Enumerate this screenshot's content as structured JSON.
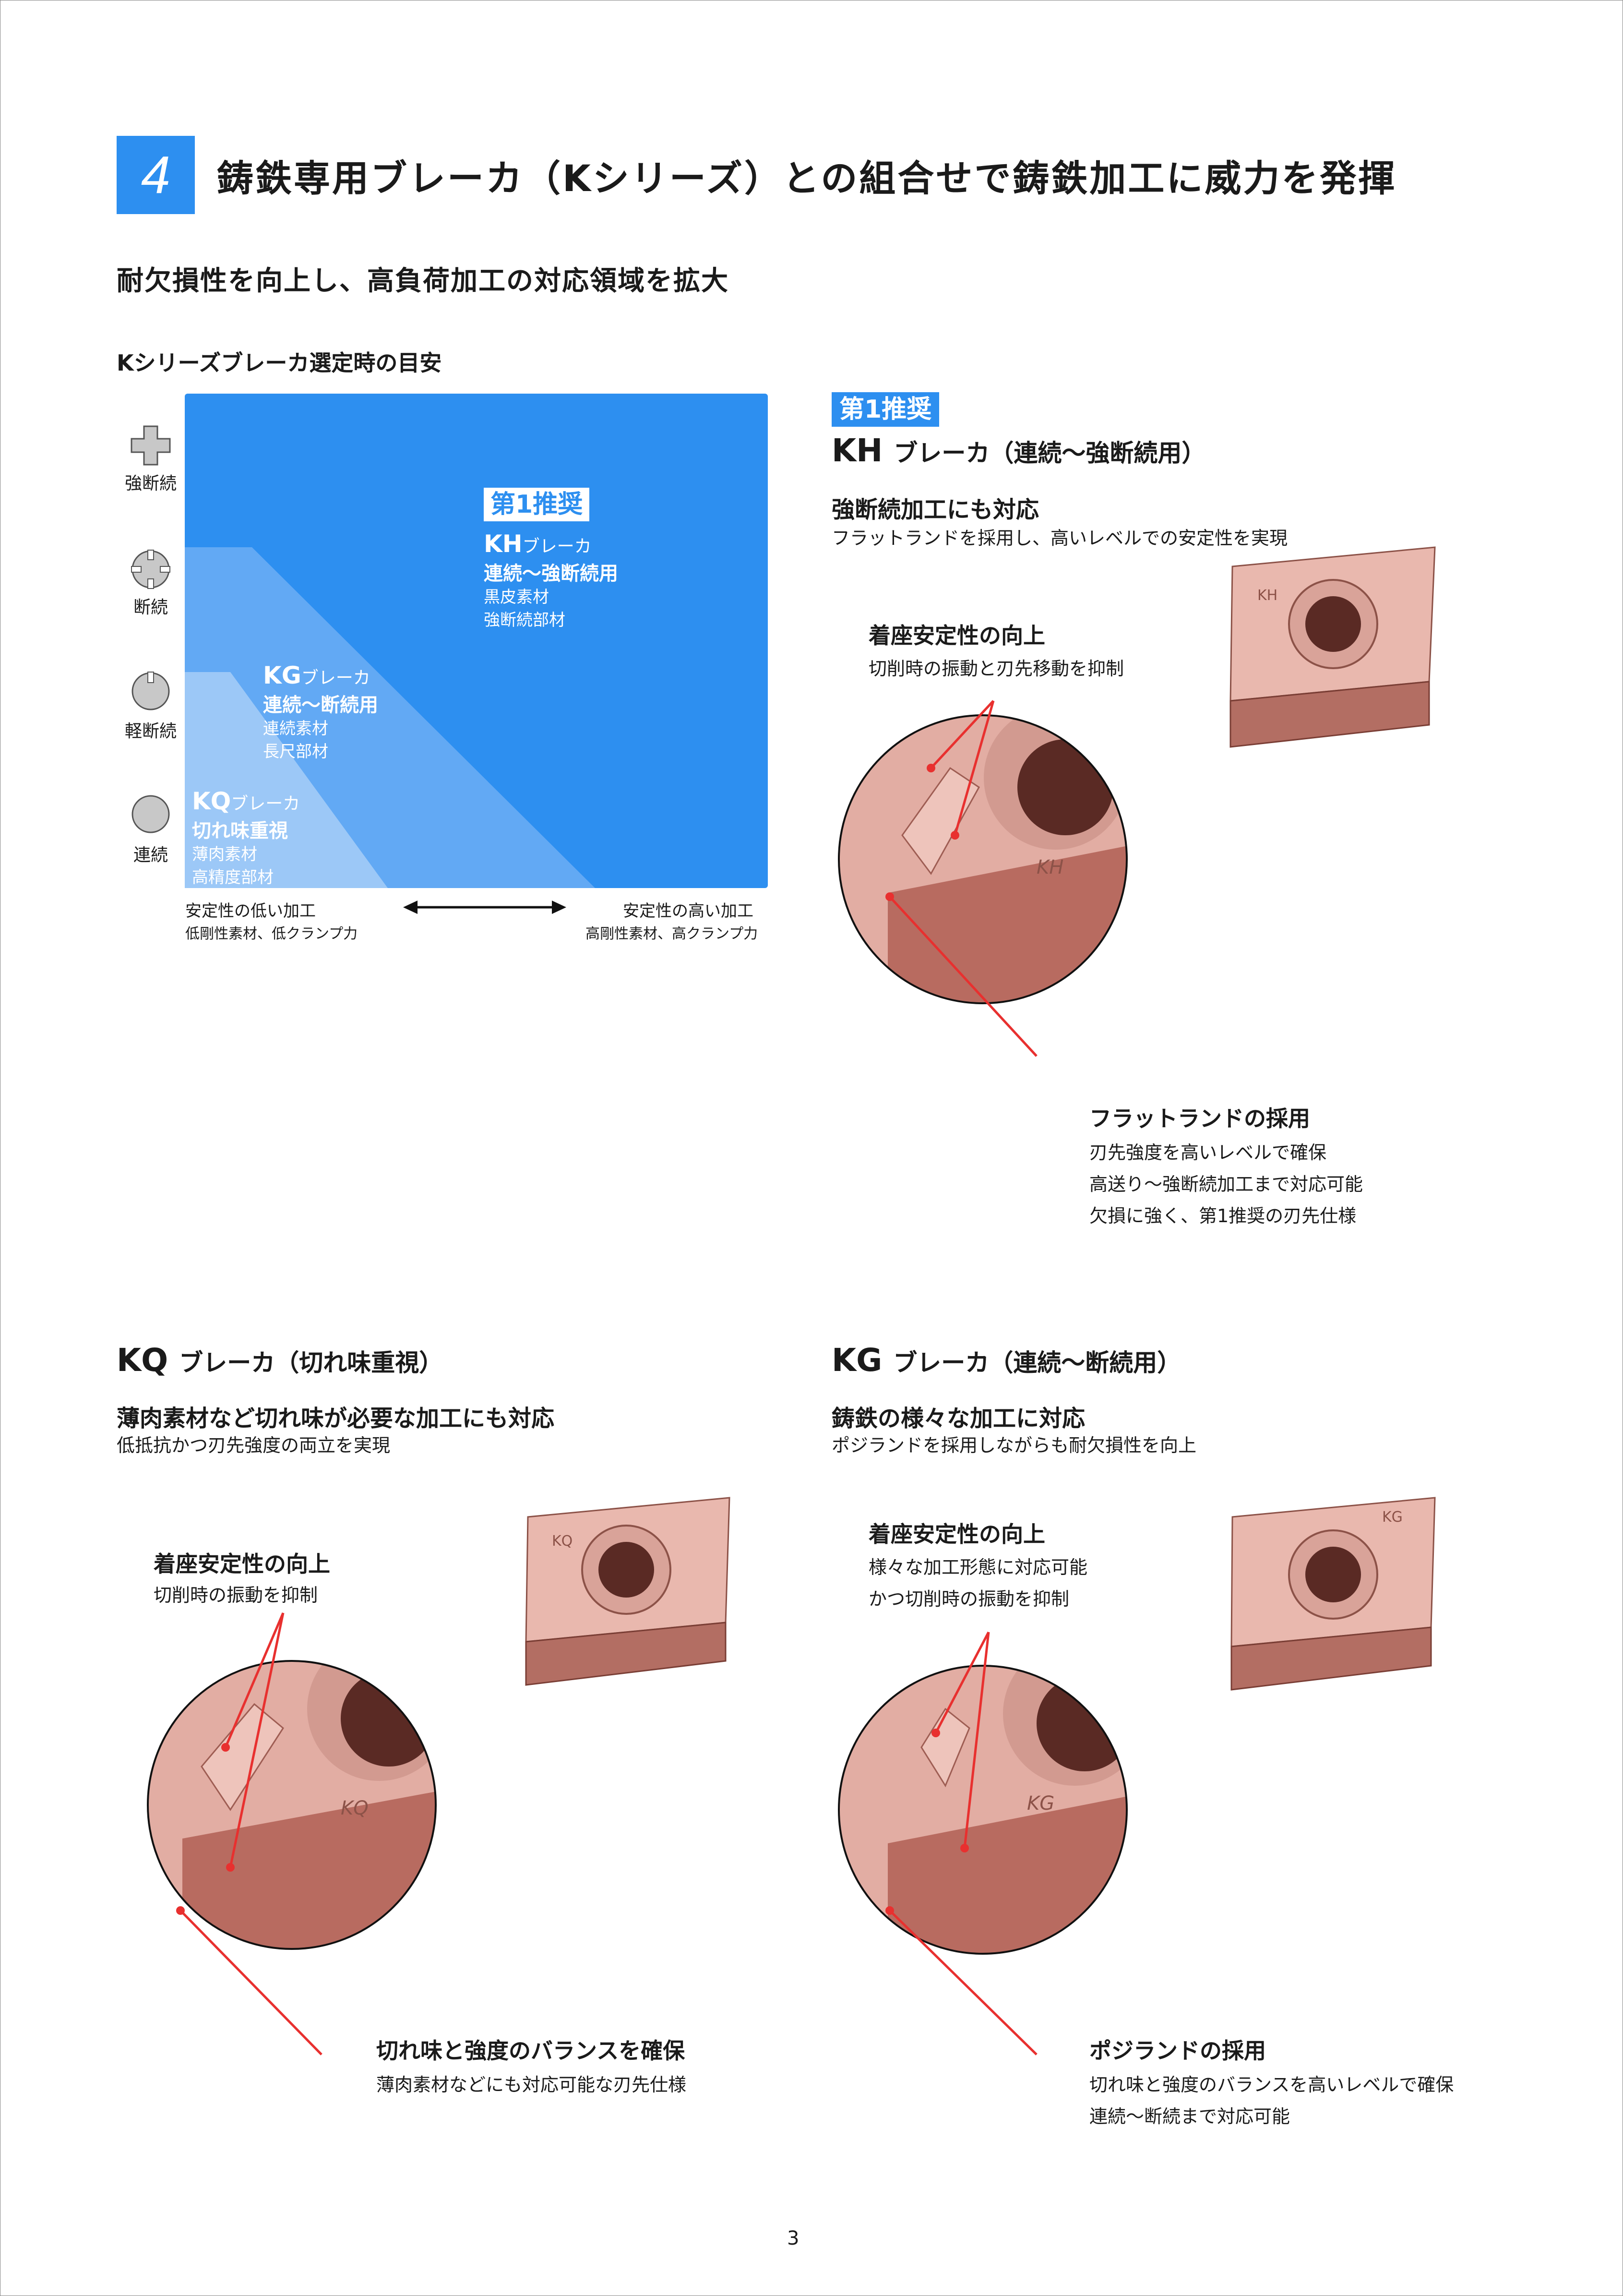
{
  "section": {
    "number": "4",
    "title": "鋳鉄専用ブレーカ（Kシリーズ）との組合せで鋳鉄加工に威力を発揮"
  },
  "subtitle": "耐欠損性を向上し、高負荷加工の対応領域を拡大",
  "chart": {
    "title": "Kシリーズブレーカ選定時の目安",
    "levels": [
      "強断続",
      "断続",
      "軽断続",
      "連続"
    ],
    "regions": {
      "kh": {
        "badge": "第1推奨",
        "code": "KH",
        "type": "ブレーカ",
        "use": "連続～強断続用",
        "materials": [
          "黒皮素材",
          "強断続部材"
        ]
      },
      "kg": {
        "code": "KG",
        "type": "ブレーカ",
        "use": "連続～断続用",
        "materials": [
          "連続素材",
          "長尺部材"
        ]
      },
      "kq": {
        "code": "KQ",
        "type": "ブレーカ",
        "use": "切れ味重視",
        "materials": [
          "薄肉素材",
          "高精度部材"
        ]
      }
    },
    "axis": {
      "left_label": "安定性の低い加工",
      "left_sub": "低剛性素材、低クランプ力",
      "right_label": "安定性の高い加工",
      "right_sub": "高剛性素材、高クランプ力"
    },
    "colors": {
      "kh": "#2d8ff0",
      "kg": "#62a9f4",
      "kq": "#9cc8f7"
    }
  },
  "kh_block": {
    "badge": "第1推奨",
    "code": "KH",
    "title": "ブレーカ（連続～強断続用）",
    "lead": "強断続加工にも対応",
    "desc": "フラットランドを採用し、高いレベルでの安定性を実現",
    "callout1": {
      "title": "着座安定性の向上",
      "desc": "切削時の振動と刃先移動を抑制"
    },
    "callout2": {
      "title": "フラットランドの採用",
      "desc": "刃先強度を高いレベルで確保\n高送り～強断続加工まで対応可能\n欠損に強く、第1推奨の刃先仕様"
    },
    "insert_mark": "KH"
  },
  "kq_block": {
    "code": "KQ",
    "title": "ブレーカ（切れ味重視）",
    "lead": "薄肉素材など切れ味が必要な加工にも対応",
    "desc": "低抵抗かつ刃先強度の両立を実現",
    "callout1": {
      "title": "着座安定性の向上",
      "desc": "切削時の振動を抑制"
    },
    "callout2": {
      "title": "切れ味と強度のバランスを確保",
      "desc": "薄肉素材などにも対応可能な刃先仕様"
    },
    "insert_mark": "KQ"
  },
  "kg_block": {
    "code": "KG",
    "title": "ブレーカ（連続～断続用）",
    "lead": "鋳鉄の様々な加工に対応",
    "desc": "ポジランドを採用しながらも耐欠損性を向上",
    "callout1": {
      "title": "着座安定性の向上",
      "desc": "様々な加工形態に対応可能\nかつ切削時の振動を抑制"
    },
    "callout2": {
      "title": "ポジランドの採用",
      "desc": "切れ味と強度のバランスを高いレベルで確保\n連続～断続まで対応可能"
    },
    "insert_mark": "KG"
  },
  "page_number": "3",
  "colors": {
    "accent": "#2d8ff0",
    "insert": "#c98a7f",
    "callout_line": "#e8302f"
  }
}
